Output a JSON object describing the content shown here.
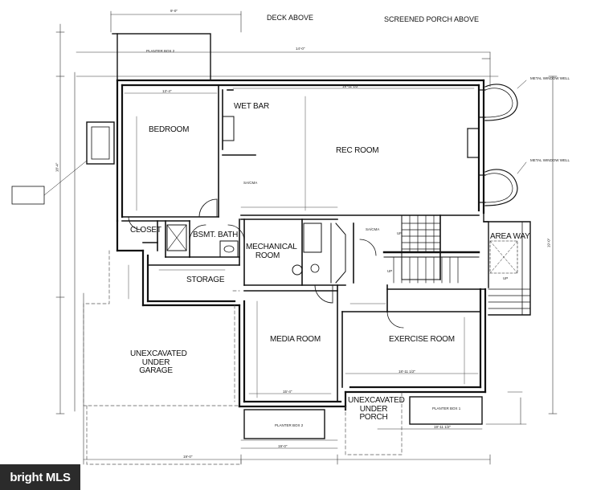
{
  "top_labels": {
    "deck_above": "DECK ABOVE",
    "screened_porch_above": "SCREENED PORCH ABOVE"
  },
  "rooms": {
    "bedroom": "BEDROOM",
    "wet_bar": "WET BAR",
    "rec_room": "REC ROOM",
    "closet": "CLOSET",
    "bsmt_bath": "BSMT. BATH",
    "mechanical": "MECHANICAL ROOM",
    "storage": "STORAGE",
    "area_way": "AREA WAY",
    "media_room": "MEDIA ROOM",
    "exercise_room": "EXERCISE ROOM",
    "unexcavated_garage": "UNEXCAVATED UNDER GARAGE",
    "unexcavated_porch": "UNEXCAVATED UNDER PORCH"
  },
  "annotations": {
    "planter_box_2_top": "PLANTER BOX 2",
    "planter_box_2_bottom": "PLANTER BOX 2",
    "planter_box_1": "PLANTER BOX 1",
    "metal_window_well_1": "METAL WINDOW WELL",
    "metal_window_well_2": "METAL WINDOW WELL",
    "sa_cma_1": "SA/CMA",
    "sa_cma_2": "SA/CMA",
    "up_1": "UP",
    "up_2": "UP",
    "up_3": "UP"
  },
  "dimensions": {
    "d_top_1": "9'-0\"",
    "d_top_2": "14'-0\"",
    "d_bed_w": "13'-4\"",
    "d_rec_w": "19'-11 1/2\"",
    "d_media_w": "15'-4\"",
    "d_exercise_w": "18'-11 1/2\"",
    "d_bottom_1": "19'-0\"",
    "d_bottom_2": "19'-0\"",
    "d_bottom_3": "19'-11 1/2\"",
    "d_left": "18'-4\"",
    "d_right": "19'-0\""
  },
  "watermark": {
    "text": "bright MLS"
  }
}
